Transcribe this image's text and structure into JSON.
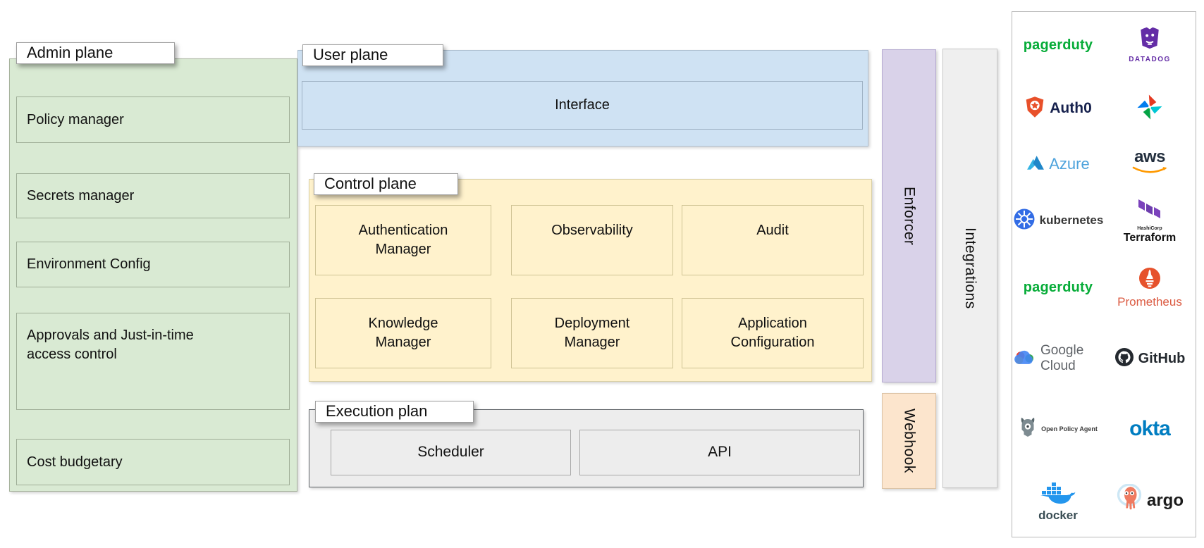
{
  "planes": {
    "admin": {
      "label": "Admin plane",
      "items": [
        "Policy manager",
        "Secrets manager",
        "Environment Config",
        "Approvals and Just-in-time access control",
        "Cost budgetary"
      ]
    },
    "user": {
      "label": "User plane",
      "interface": "Interface"
    },
    "control": {
      "label": "Control plane",
      "row1": [
        "Authentication Manager",
        "Observability",
        "Audit"
      ],
      "row2": [
        "Knowledge Manager",
        "Deployment Manager",
        "Application Configuration"
      ]
    },
    "execution": {
      "label": "Execution plan",
      "items": [
        "Scheduler",
        "API"
      ]
    }
  },
  "bars": {
    "enforcer": "Enforcer",
    "webhook": "Webhook",
    "integrations": "Integrations"
  },
  "integrations_panel": {
    "logos": [
      {
        "name": "pagerduty",
        "label": "pagerduty"
      },
      {
        "name": "datadog",
        "label": "DATADOG"
      },
      {
        "name": "auth0",
        "label": "Auth0"
      },
      {
        "name": "airflow",
        "label": ""
      },
      {
        "name": "azure",
        "label": "Azure"
      },
      {
        "name": "aws",
        "label": "aws"
      },
      {
        "name": "kubernetes",
        "label": "kubernetes"
      },
      {
        "name": "terraform",
        "label": "Terraform",
        "sublabel": "HashiCorp"
      },
      {
        "name": "pagerduty",
        "label": "pagerduty"
      },
      {
        "name": "prometheus",
        "label": "Prometheus"
      },
      {
        "name": "google-cloud",
        "label": "Google Cloud"
      },
      {
        "name": "github",
        "label": "GitHub"
      },
      {
        "name": "open-policy-agent",
        "label": "Open Policy Agent"
      },
      {
        "name": "okta",
        "label": "okta"
      },
      {
        "name": "docker",
        "label": "docker"
      },
      {
        "name": "argo",
        "label": "argo"
      }
    ]
  },
  "colors": {
    "admin_plane_fill": "#d9ead3",
    "user_plane_fill": "#cfe2f3",
    "control_plane_fill": "#fff2cc",
    "execution_plane_fill": "#ededed",
    "enforcer_fill": "#d9d2e9",
    "webhook_fill": "#fce5cd",
    "integrations_fill": "#efefef",
    "pagerduty_green": "#06ac38",
    "datadog_purple": "#632ca6",
    "auth0_orange": "#eb5424",
    "azure_blue": "#2a9fd8",
    "aws_navy": "#232f3e",
    "aws_orange": "#ff9900",
    "kubernetes_blue": "#326ce5",
    "terraform_purple": "#7b42bc",
    "prometheus_orange": "#e6522c",
    "github_black": "#24292f",
    "okta_blue": "#007dc1",
    "docker_blue": "#2496ed",
    "argo_orange": "#ef7b61"
  }
}
